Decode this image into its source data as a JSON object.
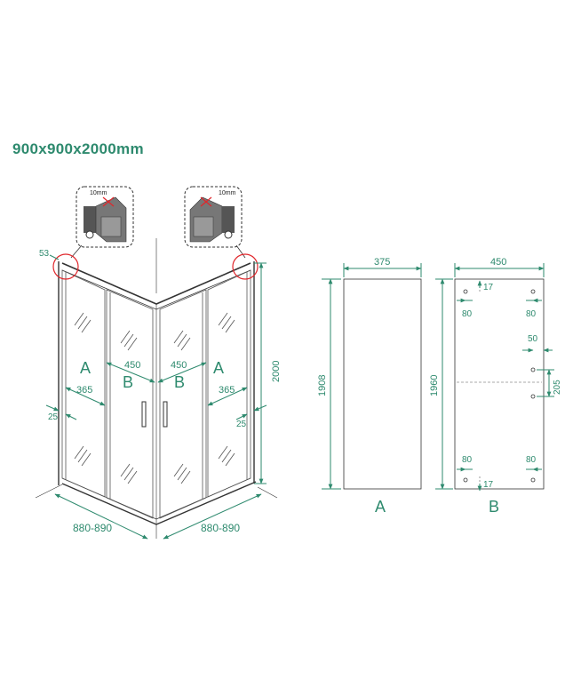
{
  "title": "900x900x2000mm",
  "detail": {
    "left_gap": "10mm",
    "right_gap": "10mm"
  },
  "main_view": {
    "dim_top_left": "53",
    "panel_left": "A",
    "panel_b1": "B",
    "panel_b2": "B",
    "panel_right": "A",
    "dim_365_left": "365",
    "dim_450_left": "450",
    "dim_450_right": "450",
    "dim_365_right": "365",
    "dim_25_left": "25",
    "dim_25_right": "25",
    "dim_height": "2000",
    "dim_width_left": "880-890",
    "dim_width_right": "880-890"
  },
  "panel_a": {
    "width": "375",
    "height": "1908",
    "label": "A"
  },
  "panel_b": {
    "width": "450",
    "height": "1960",
    "label": "B",
    "top_17": "17",
    "top_80_left": "80",
    "top_80_right": "80",
    "dim_50": "50",
    "dim_205": "205",
    "bot_80_left": "80",
    "bot_80_right": "80",
    "bot_17": "17"
  },
  "colors": {
    "dimension": "#2e8a6e",
    "highlight": "#e0262b",
    "outline": "#333333"
  }
}
